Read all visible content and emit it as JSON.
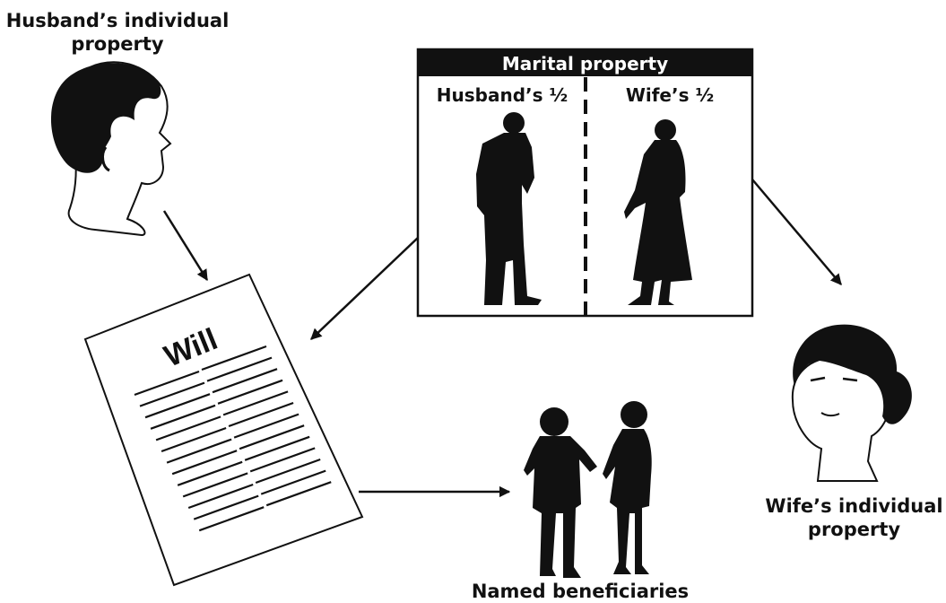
{
  "labels": {
    "husband_property": [
      "Husband’s individual",
      "property"
    ],
    "wife_property": [
      "Wife’s individual",
      "property"
    ],
    "beneficiaries": "Named beneficiaries"
  },
  "marital_box": {
    "title": "Marital property",
    "left": "Husband’s ½",
    "right": "Wife’s ½"
  },
  "will": {
    "title": "Will"
  },
  "colors": {
    "ink": "#111111",
    "paper": "#ffffff"
  }
}
